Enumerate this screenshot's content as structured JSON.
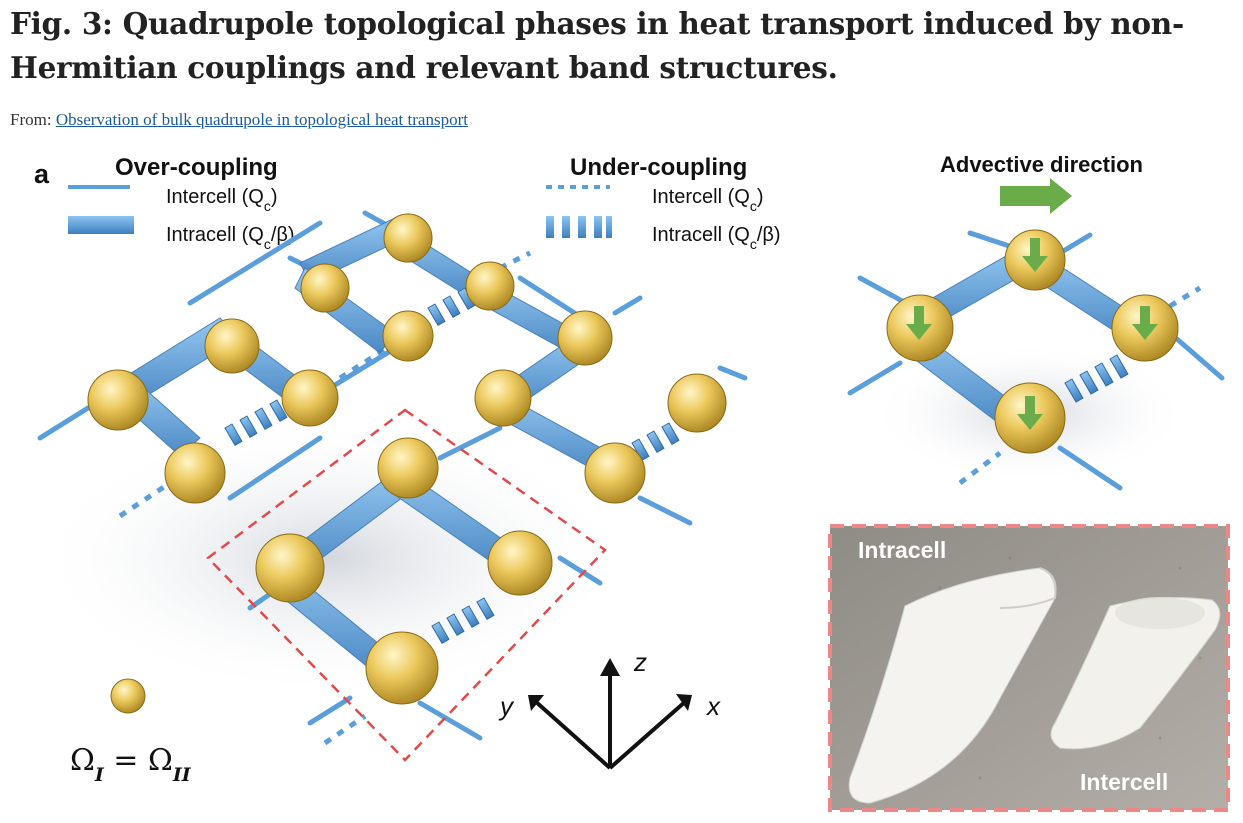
{
  "title": "Fig. 3: Quadrupole topological phases in heat transport induced by non-Hermitian couplings and relevant band structures.",
  "from_label": "From:",
  "from_link": "Observation of bulk quadrupole in topological heat transport",
  "panel_label": "a",
  "legend": {
    "over_heading": "Over-coupling",
    "under_heading": "Under-coupling",
    "intercell": "Intercell (Q",
    "intracell": "Intracell (Q",
    "sub_c": "c",
    "close": ")",
    "over_beta": "/β)",
    "advective": "Advective direction"
  },
  "equation": {
    "omega": "Ω",
    "i": "I",
    "eq": " = Ω",
    "ii": "II"
  },
  "axes": {
    "x": "x",
    "y": "y",
    "z": "z"
  },
  "photo": {
    "intracell": "Intracell",
    "intercell": "Intercell"
  },
  "colors": {
    "ball": "#e8c458",
    "pipe": "#5a9fdc",
    "dash": "#e24a4a",
    "arrow": "#6aab4a"
  }
}
